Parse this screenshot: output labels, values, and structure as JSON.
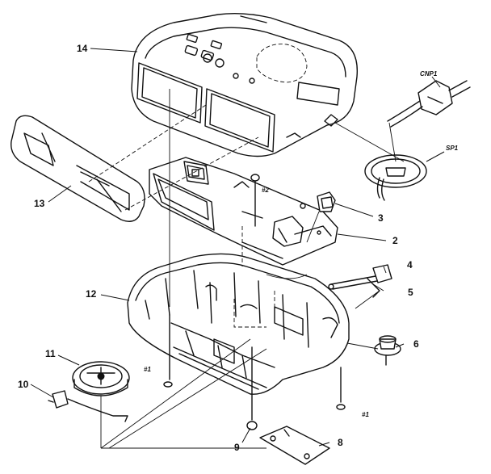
{
  "labels": {
    "p14": "14",
    "p13": "13",
    "p12": "12",
    "p11": "11",
    "p10": "10",
    "p9": "9",
    "p8": "8",
    "p6": "6",
    "p5": "5",
    "p4": "4",
    "p3": "3",
    "p2": "2",
    "cnp1": "CNP1",
    "sp1": "SP1",
    "screw1a": "#1",
    "screw1b": "#1",
    "screw2": "#2"
  }
}
